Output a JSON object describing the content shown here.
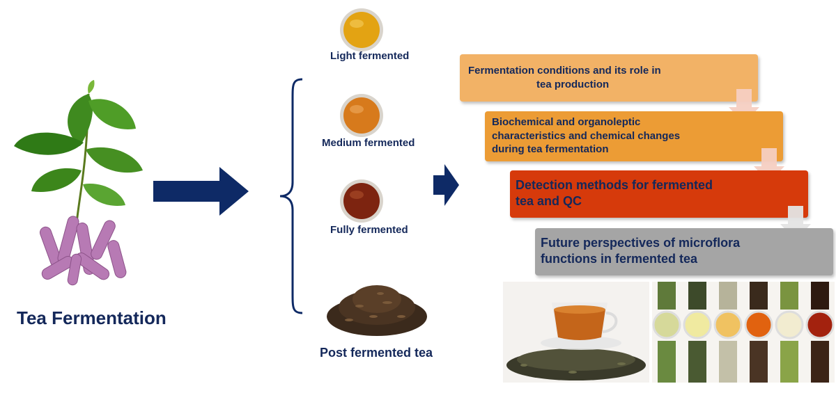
{
  "main_title": "Tea Fermentation",
  "tea_types": [
    {
      "label": "Light fermented",
      "color": "#e3a313"
    },
    {
      "label": "Medium fermented",
      "color": "#d77a1c"
    },
    {
      "label": "Fully fermented",
      "color": "#7d2410"
    },
    {
      "label": "Post fermented tea"
    }
  ],
  "steps": [
    {
      "line1": "Fermentation  conditions  and its role in",
      "line2": "tea production",
      "color": "#f2b266"
    },
    {
      "line1": "Biochemical and  organoleptic",
      "line2": "characteristics  and chemical changes",
      "line3": "during tea fermentation",
      "color": "#ec9c35"
    },
    {
      "line1": "Detection methods for fermented",
      "line2": "tea and QC",
      "color": "#d63a0b"
    },
    {
      "line1": "Future perspectives of microflora",
      "line2": "functions in fermented tea",
      "color": "#a5a5a5"
    }
  ],
  "colors": {
    "navy": "#0e2a66",
    "text_navy": "#14285a",
    "arrow_light": "#f5cfc2",
    "arrow_grey": "#e4e4e4"
  }
}
